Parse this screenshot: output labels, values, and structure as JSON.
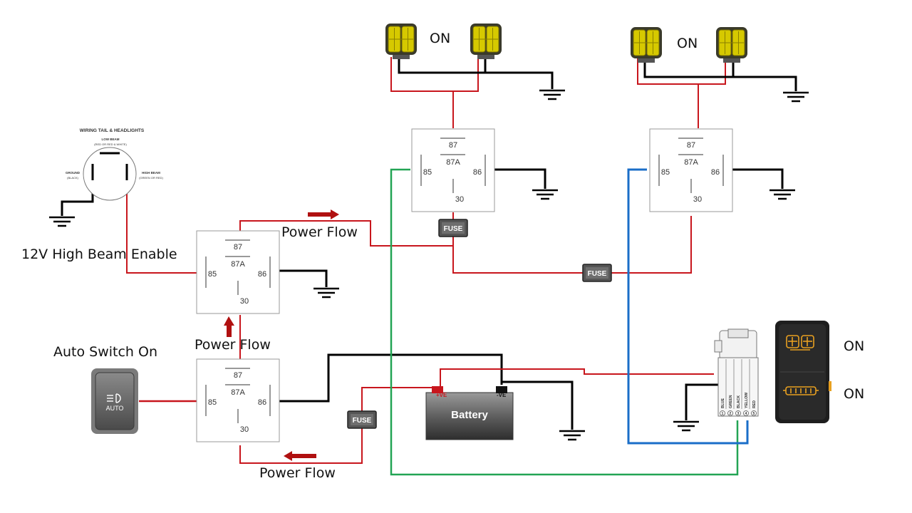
{
  "labels": {
    "high_beam_enable": "12V High Beam Enable",
    "auto_switch_on": "Auto Switch On",
    "power_flow_top": "Power Flow",
    "power_flow_mid": "Power Flow",
    "power_flow_bottom": "Power Flow",
    "on_lights_left": "ON",
    "on_lights_right": "ON",
    "on_switch_top": "ON",
    "on_switch_bottom": "ON"
  },
  "relay_pins": {
    "p87": "87",
    "p87a": "87A",
    "p85": "85",
    "p86": "86",
    "p30": "30"
  },
  "fuse_label": "FUSE",
  "battery": {
    "label": "Battery",
    "pos": "+VE",
    "neg": "-VE"
  },
  "auto_switch_text": "AUTO",
  "headlight_plug": {
    "title": "WIRING TAIL & HEADLIGHTS",
    "low_beam": "LOW BEAM",
    "low_beam_sub": "(RED OR RED & WHITE)",
    "ground": "GROUND",
    "ground_sub": "(BLACK)",
    "high_beam": "HIGH BEAM",
    "high_beam_sub": "(GREEN OR RED)"
  },
  "connector_wires": [
    "BLUE",
    "GREEN",
    "BLACK",
    "YELLOW",
    "RED"
  ],
  "connector_pins": [
    "1",
    "2",
    "3",
    "4",
    "5"
  ],
  "colors": {
    "red": "#c8161d",
    "black": "#000000",
    "green": "#22a454",
    "blue": "#1a6ec8",
    "light_yellow": "#e3d400",
    "switch_amber": "#e8a020"
  }
}
